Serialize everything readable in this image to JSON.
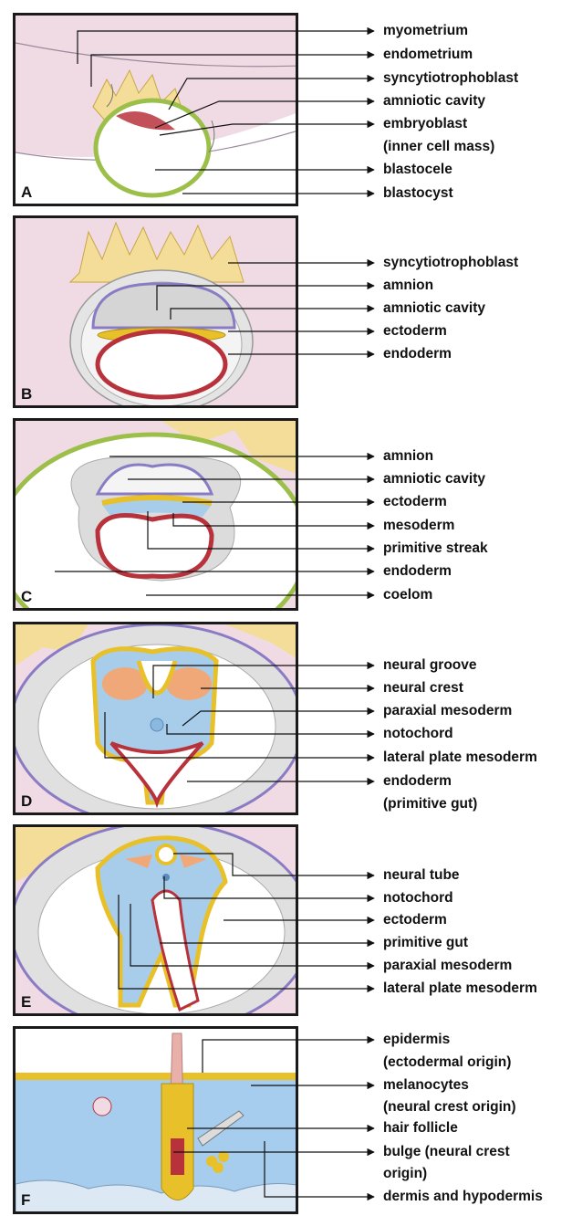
{
  "panels": [
    {
      "letter": "A",
      "labels": [
        "myometrium",
        "endometrium",
        "syncytiotrophoblast",
        "amniotic cavity",
        "embryoblast",
        "(inner cell mass)",
        "blastocele",
        "blastocyst"
      ]
    },
    {
      "letter": "B",
      "labels": [
        "syncytiotrophoblast",
        "amnion",
        "amniotic cavity",
        "ectoderm",
        "endoderm"
      ]
    },
    {
      "letter": "C",
      "labels": [
        "amnion",
        "amniotic cavity",
        "ectoderm",
        "mesoderm",
        "primitive streak",
        "endoderm",
        "coelom"
      ]
    },
    {
      "letter": "D",
      "labels": [
        "neural groove",
        "neural crest",
        "paraxial mesoderm",
        "notochord",
        "lateral plate mesoderm",
        "endoderm",
        "(primitive gut)"
      ]
    },
    {
      "letter": "E",
      "labels": [
        "neural tube",
        "notochord",
        "ectoderm",
        "primitive gut",
        "paraxial mesoderm",
        "lateral plate mesoderm"
      ]
    },
    {
      "letter": "F",
      "labels": [
        "epidermis",
        "(ectodermal origin)",
        "melanocytes",
        "(neural crest origin)",
        "hair follicle",
        "bulge (neural crest",
        "origin)",
        "dermis and hypodermis"
      ]
    }
  ],
  "colors": {
    "ectoderm": "#e8c12a",
    "endoderm": "#b8323c",
    "mesoderm": "#a8cdea",
    "amnion": "#8a7cc4",
    "trophoblast": "#f3dd98",
    "uterus": "#f0dbe4",
    "trophoblast_ring": "#9cbf4a",
    "coelom": "#d9d9d9",
    "neural_crest": "#f0a878",
    "dermis": "#a6cdee"
  }
}
